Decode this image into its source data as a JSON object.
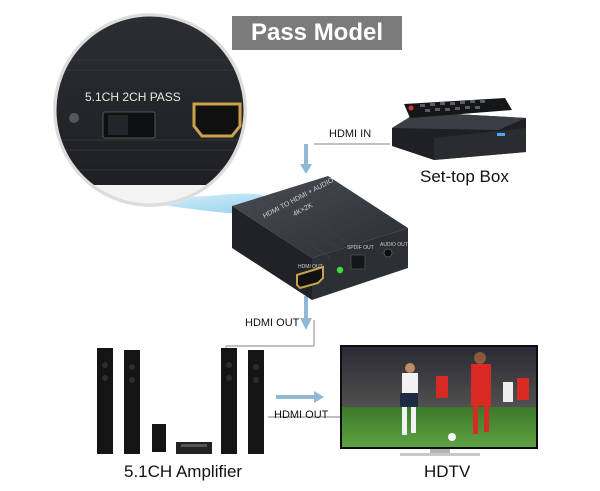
{
  "title": "Pass Model",
  "zoom": {
    "switch_label": "5.1CH 2CH PASS"
  },
  "device": {
    "top_text_1": "HDMI TO HDMI + AUDIO",
    "top_text_2": "4K×2K",
    "port_hdmi_out": "HDMI OUT",
    "port_spdif_out": "SPDIF OUT",
    "port_audio_out": "AUDIO OUT"
  },
  "labels": {
    "hdmi_in": "HDMI IN",
    "set_top_box": "Set-top Box",
    "hdmi_out_left": "HDMI OUT",
    "hdmi_out_bottom": "HDMI OUT",
    "amplifier": "5.1CH Amplifier",
    "hdtv": "HDTV"
  },
  "colors": {
    "arrow": "#8fb7d6",
    "connector": "#9a9a9a",
    "device_body": "#3a3d42",
    "led": "#37e03a",
    "hdmi_gold": "#c9a24a",
    "zoom_glow": "#a8d8f0"
  },
  "icons": {
    "remote": "remote-control-icon",
    "stb": "set-top-box-icon",
    "speakers": "speaker-icon",
    "tv": "tv-icon"
  }
}
